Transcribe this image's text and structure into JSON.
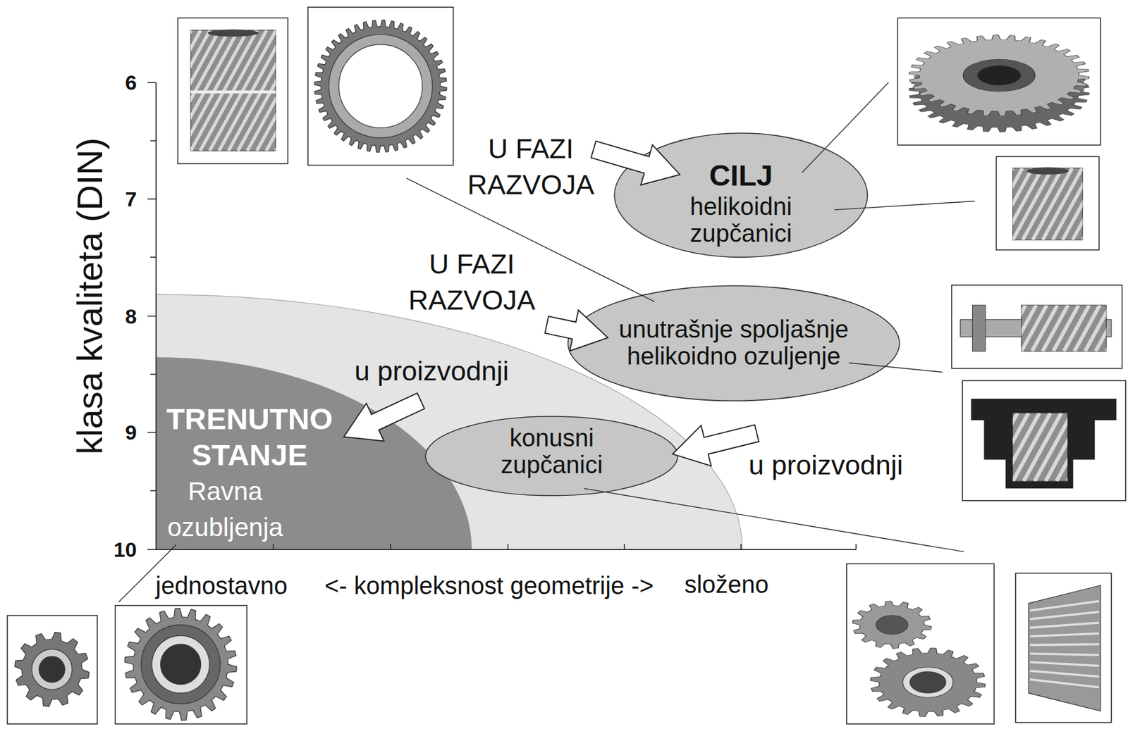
{
  "diagram": {
    "nodes": [
      {
        "text": [
          "CILJ",
          "helikoidni zupčanici"
        ]
      },
      {
        "text": [
          "unutrašnje spoljašnje helikoidno ozuljenje"
        ]
      },
      {
        "text": [
          "TRENUTNO STANJE",
          "Ravna ozubljenja"
        ]
      },
      {
        "text": [
          "konusni zupčanici"
        ]
      }
    ],
    "labels": [
      "6",
      "7",
      "8",
      "9",
      "10",
      "klasa kvaliteta (DIN)",
      "U FAZI RAZVOJA",
      "U FAZI RAZVOJA",
      "u proizvodnji",
      "u proizvodnji",
      "jednostavno",
      "<- kompleksnost geometrije ->",
      "složeno"
    ]
  }
}
